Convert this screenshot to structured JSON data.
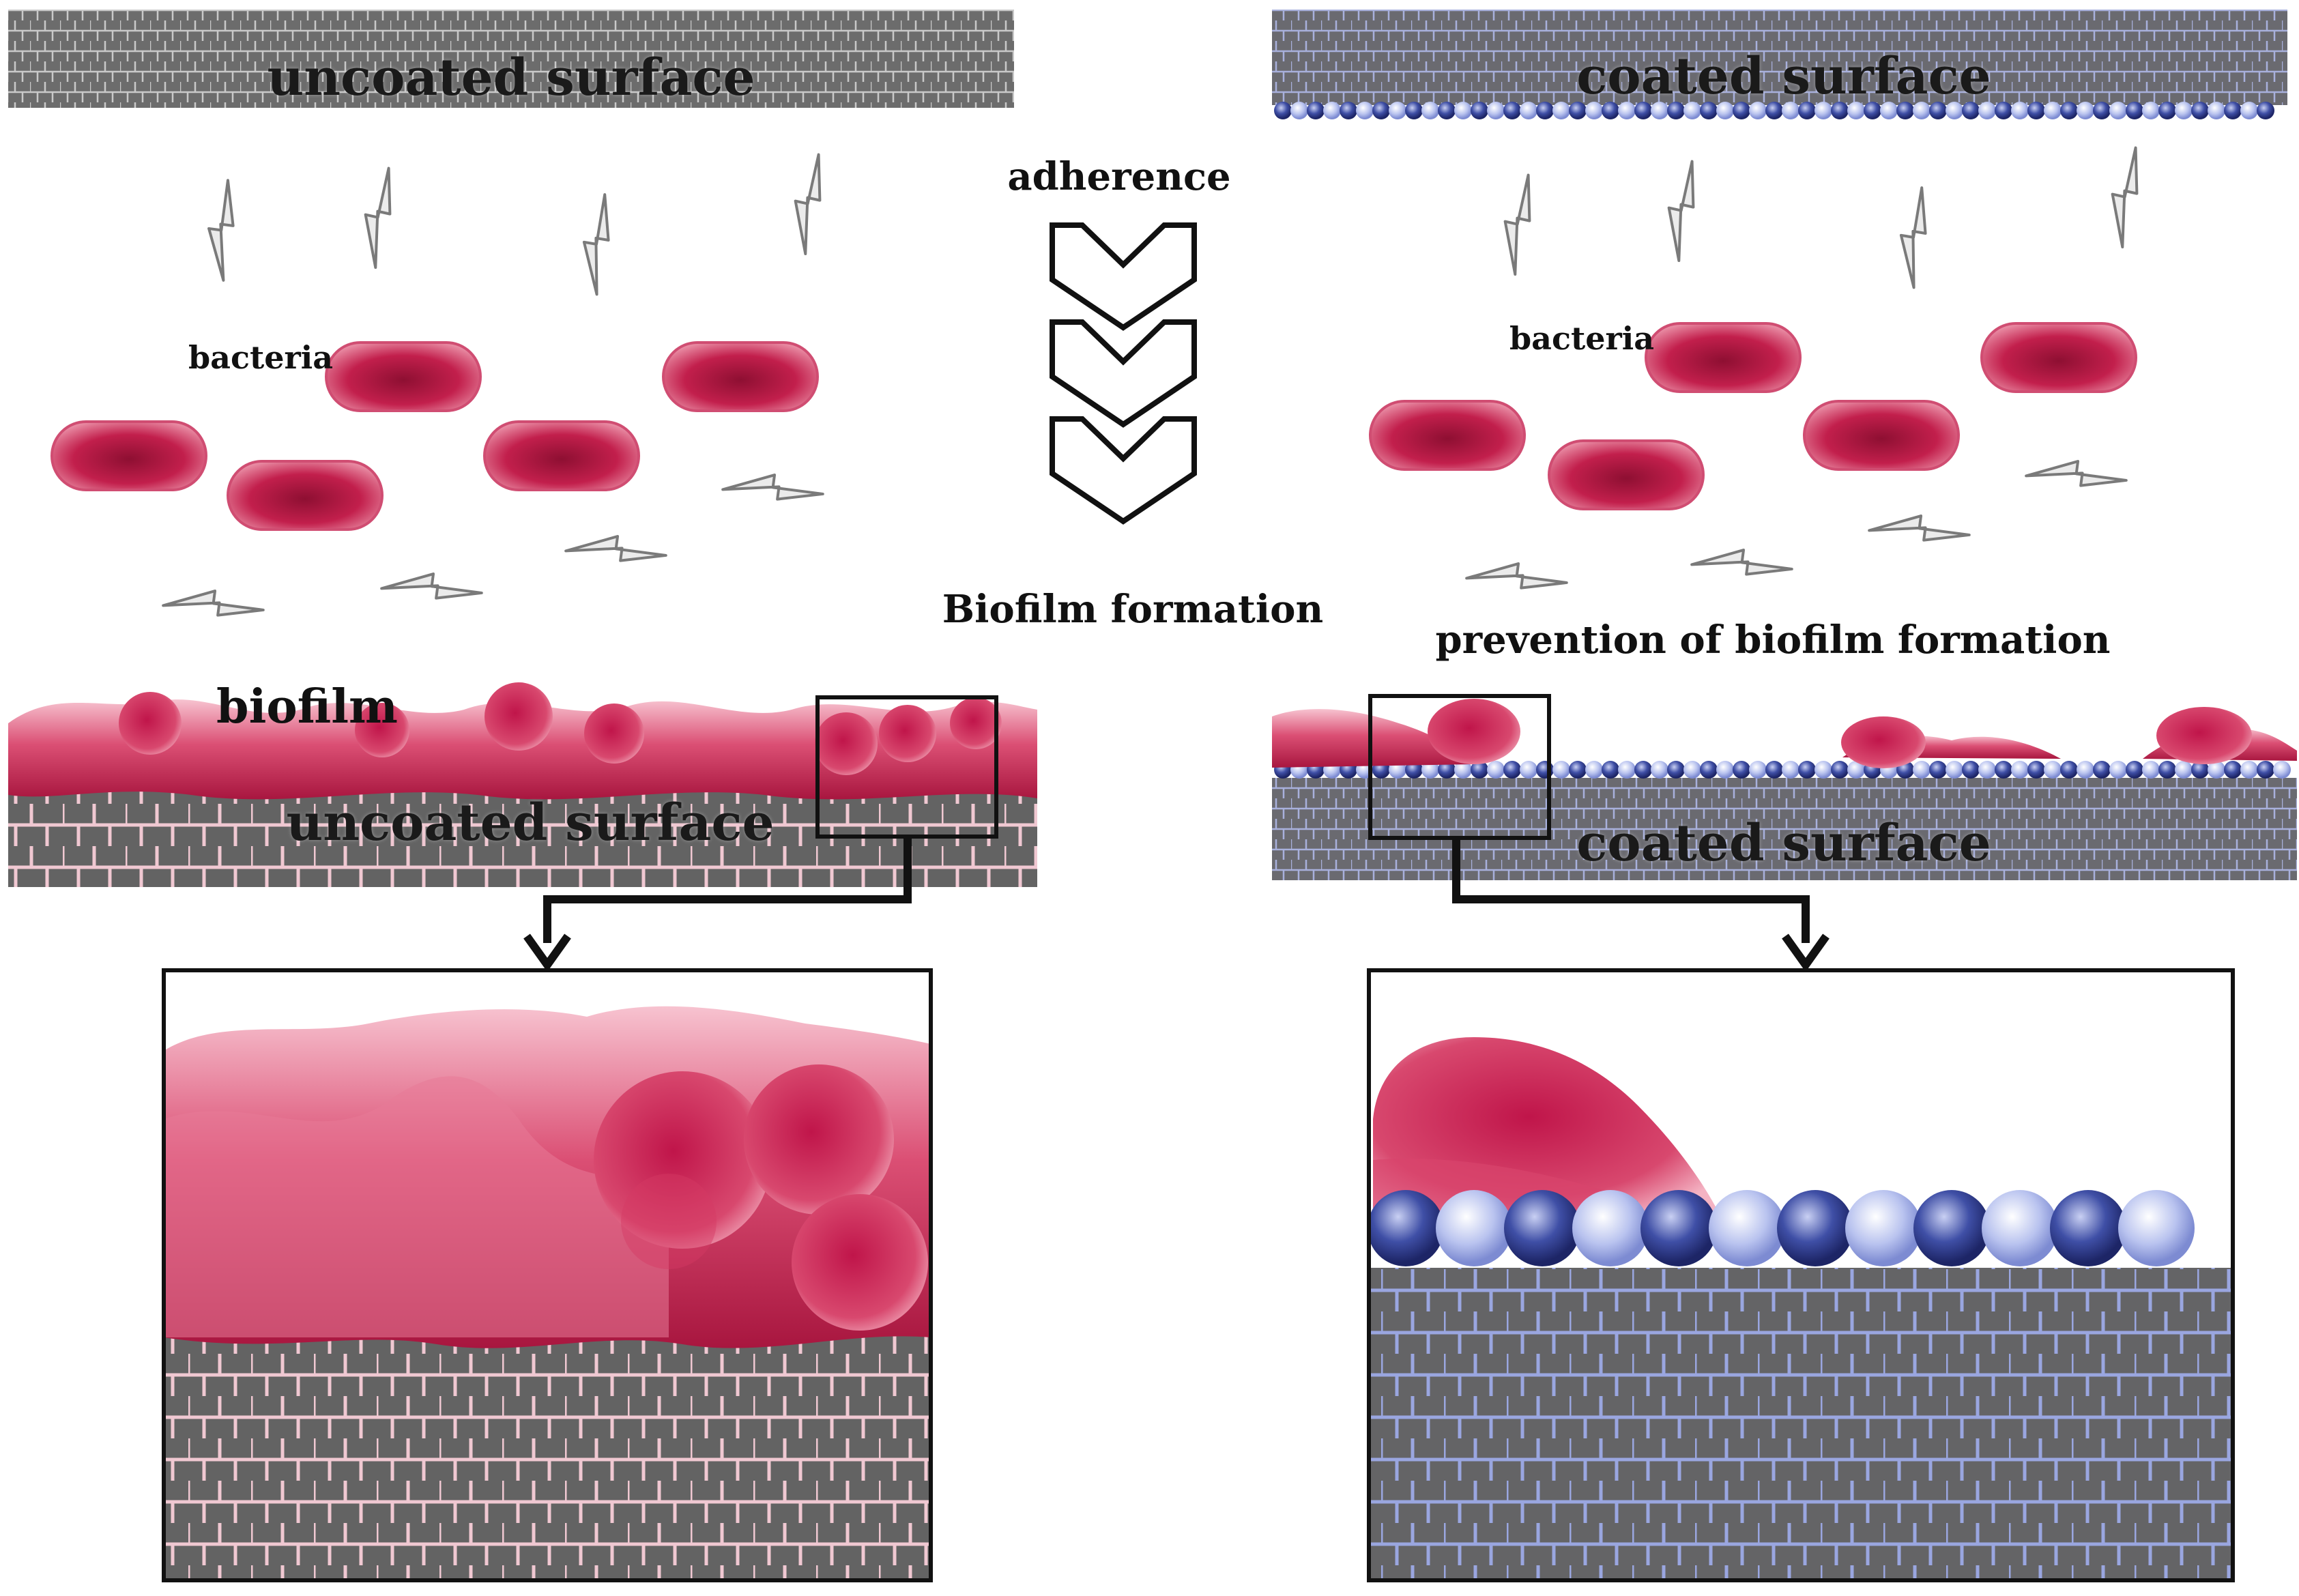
{
  "left_panel": {
    "top_surface_label": "uncoated surface",
    "bacteria_label": "bacteria",
    "biofilm_label": "biofilm",
    "bottom_surface_label": "uncoated surface"
  },
  "center": {
    "top_label": "adherence",
    "bottom_label": "Biofilm formation"
  },
  "right_panel": {
    "top_surface_label": "coated surface",
    "bacteria_label": "bacteria",
    "outcome_label": "prevention of biofilm formation",
    "bottom_surface_label": "coated surface"
  },
  "colors": {
    "surface_gray": "#6a6a6a",
    "bacteria_crimson": "#c8204f",
    "biofilm_pink": "#e0607e",
    "coating_blue": "#5060b8",
    "outline_black": "#111111"
  },
  "icons": [
    "lightning-bolt-icon",
    "chevron-down-arrow-icon",
    "down-arrow-icon"
  ]
}
